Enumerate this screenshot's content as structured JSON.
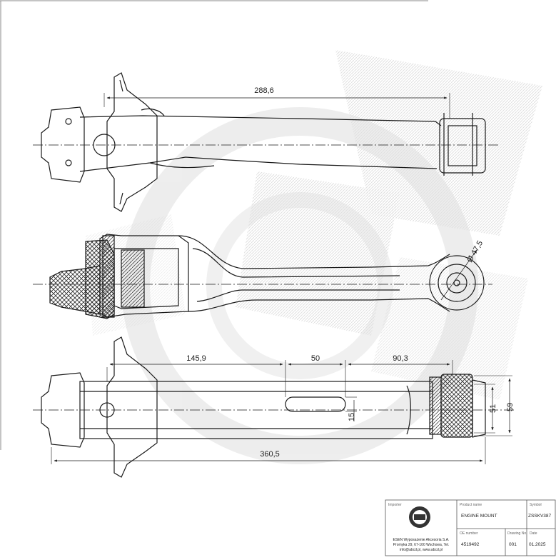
{
  "dimensions": {
    "top_length": "288,6",
    "eye_diameter": "Ø 47,5",
    "dist_to_slot": "145,9",
    "slot_length": "50",
    "slot_to_bush": "90,3",
    "slot_width": "15",
    "bush_inner": "51",
    "bush_outer": "59",
    "overall_length": "360,5"
  },
  "title_block": {
    "importer_label": "Importer",
    "company_line1": "ESEN Wyposażenie Akcesoria S.A.",
    "company_line2": "Promyka 29, 67-100 Wschowa, Tel.",
    "company_line3": "info@abcd.pl, www.abcd.pl",
    "product_name_label": "Product name",
    "product_name": "ENGINE MOUNT",
    "symbol_label": "Symbol",
    "symbol": "ZSSKV387",
    "oe_label": "OE number",
    "oe_number": "4519492",
    "rev_label": "Drawing No.",
    "rev": "001",
    "date_label": "Date",
    "date": "01.2025"
  },
  "colors": {
    "line": "#1a1a1a",
    "watermark": "#e9e9e9",
    "hatch": "#2a2a2a"
  }
}
